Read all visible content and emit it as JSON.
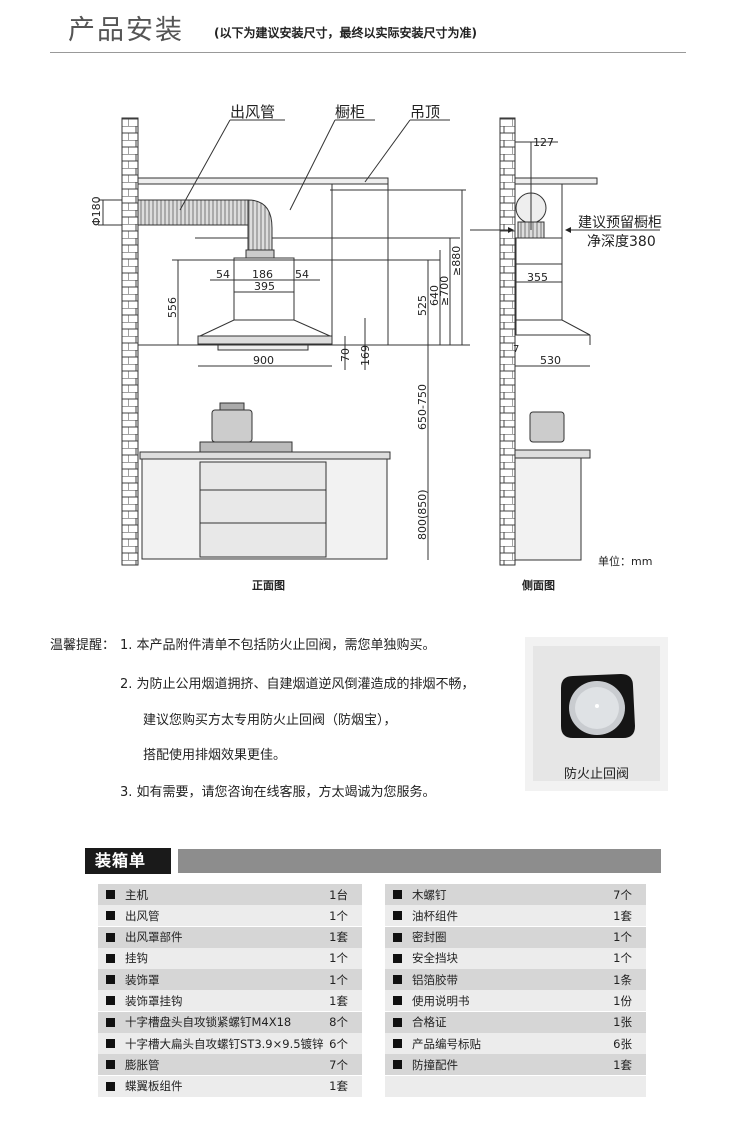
{
  "header": {
    "title": "产品安装",
    "subtitle": "(以下为建议安装尺寸，最终以实际安装尺寸为准)"
  },
  "diagram": {
    "front": {
      "labels": {
        "duct": "出风管",
        "cabinet": "橱柜",
        "ceiling": "吊顶"
      },
      "dims": {
        "diameter": "Φ180",
        "d54a": "54",
        "d186": "186",
        "d54b": "54",
        "d395": "395",
        "d556": "556",
        "d900": "900",
        "d70": "70",
        "d169": "169",
        "d525": "525",
        "d640": "640",
        "d700": "≥700",
        "d880": "≥880",
        "d650_750": "650-750",
        "d800_850": "800(850)"
      },
      "caption": "正面图"
    },
    "side": {
      "dims": {
        "d127": "127",
        "d355": "355",
        "d530": "530",
        "d7": "7"
      },
      "note_line1": "建议预留橱柜",
      "note_line2": "净深度380",
      "caption": "侧面图"
    },
    "unit": "单位：mm"
  },
  "notes": {
    "label": "温馨提醒：",
    "lines": [
      "1. 本产品附件清单不包括防火止回阀，需您单独购买。",
      "2. 为防止公用烟道拥挤、自建烟道逆风倒灌造成的排烟不畅，",
      "建议您购买方太专用防火止回阀（防烟宝），",
      "搭配使用排烟效果更佳。",
      "3. 如有需要，请您咨询在线客服，方太竭诚为您服务。"
    ],
    "valve_caption": "防火止回阀"
  },
  "packing": {
    "title": "装箱单",
    "left": [
      {
        "name": "主机",
        "qty": "1台"
      },
      {
        "name": "出风管",
        "qty": "1个"
      },
      {
        "name": "出风罩部件",
        "qty": "1套"
      },
      {
        "name": "挂钩",
        "qty": "1个"
      },
      {
        "name": "装饰罩",
        "qty": "1个"
      },
      {
        "name": "装饰罩挂钩",
        "qty": "1套"
      },
      {
        "name": "十字槽盘头自攻锁紧螺钉M4X18",
        "qty": "8个"
      },
      {
        "name": "十字槽大扁头自攻螺钉ST3.9×9.5镀锌",
        "qty": "6个"
      },
      {
        "name": "膨胀管",
        "qty": "7个"
      },
      {
        "name": "蝶翼板组件",
        "qty": "1套"
      }
    ],
    "right": [
      {
        "name": "木螺钉",
        "qty": "7个"
      },
      {
        "name": "油杯组件",
        "qty": "1套"
      },
      {
        "name": "密封圈",
        "qty": "1个"
      },
      {
        "name": "安全挡块",
        "qty": "1个"
      },
      {
        "name": "铝箔胶带",
        "qty": "1条"
      },
      {
        "name": "使用说明书",
        "qty": "1份"
      },
      {
        "name": "合格证",
        "qty": "1张"
      },
      {
        "name": "产品编号标贴",
        "qty": "6张"
      },
      {
        "name": "防撞配件",
        "qty": "1套"
      }
    ]
  }
}
